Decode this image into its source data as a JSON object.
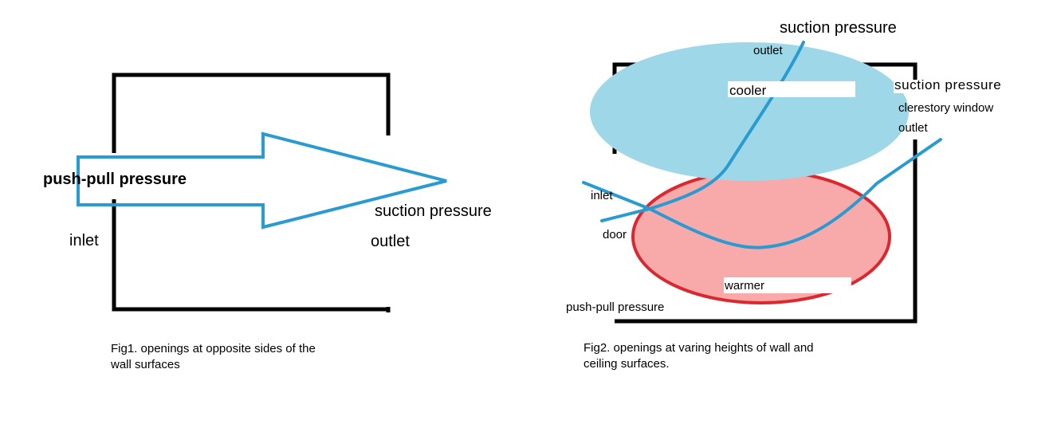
{
  "colors": {
    "line": "#000000",
    "arrow_blue": "#2a9bd0",
    "cool_fill": "#9ed8e8",
    "cool_stroke": "#9ed8e8",
    "warm_fill": "#f8aaaa",
    "warm_stroke": "#d9282f"
  },
  "fig1": {
    "push_pull_label": "push-pull pressure",
    "suction_label": "suction pressure",
    "inlet_label": "inlet",
    "outlet_label": "outlet",
    "caption": "Fig1. openings at opposite sides of the\nwall surfaces"
  },
  "fig2": {
    "suction_top_label": "suction pressure",
    "outlet_top_label": "outlet",
    "cooler_label": "cooler",
    "suction_right_label": "suction pressure",
    "clerestory_label": "clerestory window",
    "outlet_right_label": "outlet",
    "inlet_label": "inlet",
    "door_label": "door",
    "warmer_label": "warmer",
    "push_pull_label": "push-pull pressure",
    "caption": "Fig2. openings at varing heights of wall and\nceiling surfaces."
  }
}
